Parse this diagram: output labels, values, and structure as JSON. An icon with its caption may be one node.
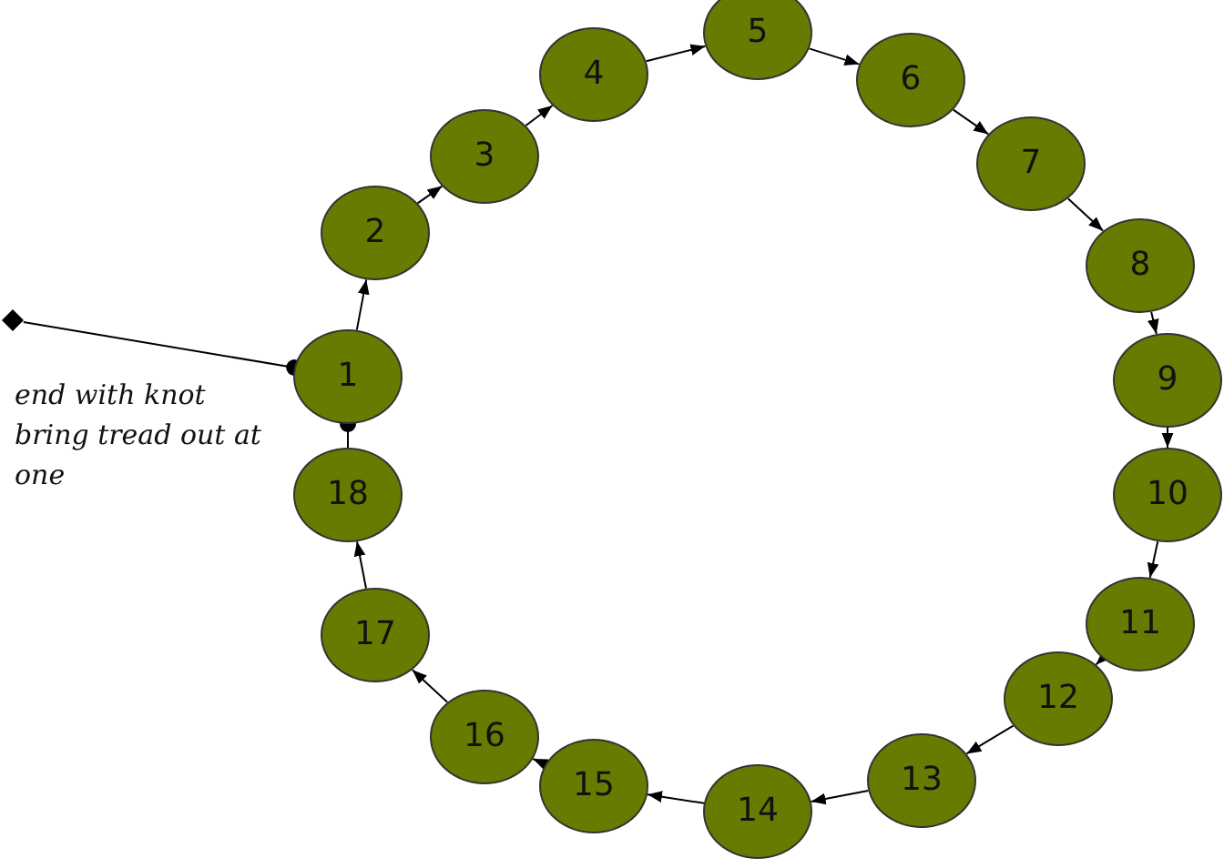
{
  "diagram": {
    "nodes": [
      {
        "text": [
          "1"
        ]
      },
      {
        "text": [
          "2"
        ]
      },
      {
        "text": [
          "3"
        ]
      },
      {
        "text": [
          "4"
        ]
      },
      {
        "text": [
          "5"
        ]
      },
      {
        "text": [
          "6"
        ]
      },
      {
        "text": [
          "7"
        ]
      },
      {
        "text": [
          "8"
        ]
      },
      {
        "text": [
          "9"
        ]
      },
      {
        "text": [
          "10"
        ]
      },
      {
        "text": [
          "11"
        ]
      },
      {
        "text": [
          "12"
        ]
      },
      {
        "text": [
          "13"
        ]
      },
      {
        "text": [
          "14"
        ]
      },
      {
        "text": [
          "15"
        ]
      },
      {
        "text": [
          "16"
        ]
      },
      {
        "text": [
          "17"
        ]
      },
      {
        "text": [
          "18"
        ]
      },
      {
        "text": [],
        "shape": "diamond"
      }
    ],
    "edges": [
      {
        "from": 18,
        "to": 0,
        "arrow": "other"
      },
      {
        "from": 0,
        "to": 1,
        "arrow": "to"
      },
      {
        "from": 1,
        "to": 2,
        "arrow": "to"
      },
      {
        "from": 2,
        "to": 3,
        "arrow": "to"
      },
      {
        "from": 3,
        "to": 4,
        "arrow": "to"
      },
      {
        "from": 4,
        "to": 5,
        "arrow": "to"
      },
      {
        "from": 5,
        "to": 6,
        "arrow": "to"
      },
      {
        "from": 6,
        "to": 7,
        "arrow": "to"
      },
      {
        "from": 7,
        "to": 8,
        "arrow": "to"
      },
      {
        "from": 8,
        "to": 9,
        "arrow": "to"
      },
      {
        "from": 9,
        "to": 10,
        "arrow": "to"
      },
      {
        "from": 10,
        "to": 11,
        "arrow": "to"
      },
      {
        "from": 11,
        "to": 12,
        "arrow": "to"
      },
      {
        "from": 12,
        "to": 13,
        "arrow": "to"
      },
      {
        "from": 13,
        "to": 14,
        "arrow": "to"
      },
      {
        "from": 14,
        "to": 15,
        "arrow": "to"
      },
      {
        "from": 15,
        "to": 16,
        "arrow": "to"
      },
      {
        "from": 16,
        "to": 17,
        "arrow": "to"
      },
      {
        "from": 17,
        "to": 0,
        "arrow": "other"
      }
    ],
    "labels": [
      "end with knot bring tread out at one"
    ]
  }
}
